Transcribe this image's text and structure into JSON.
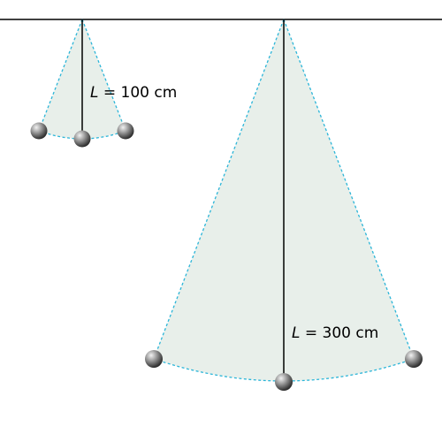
{
  "colors": {
    "ceiling": "#000000",
    "string": "#000000",
    "swing_path": "#2bb5d8",
    "swing_fill": "#e8efea",
    "bob_light": "#d9d9d9",
    "bob_dark": "#3a3a3a"
  },
  "pendulums": [
    {
      "length_var": "L",
      "length_rest": " = 100 cm"
    },
    {
      "length_var": "L",
      "length_rest": " = 300 cm"
    }
  ]
}
